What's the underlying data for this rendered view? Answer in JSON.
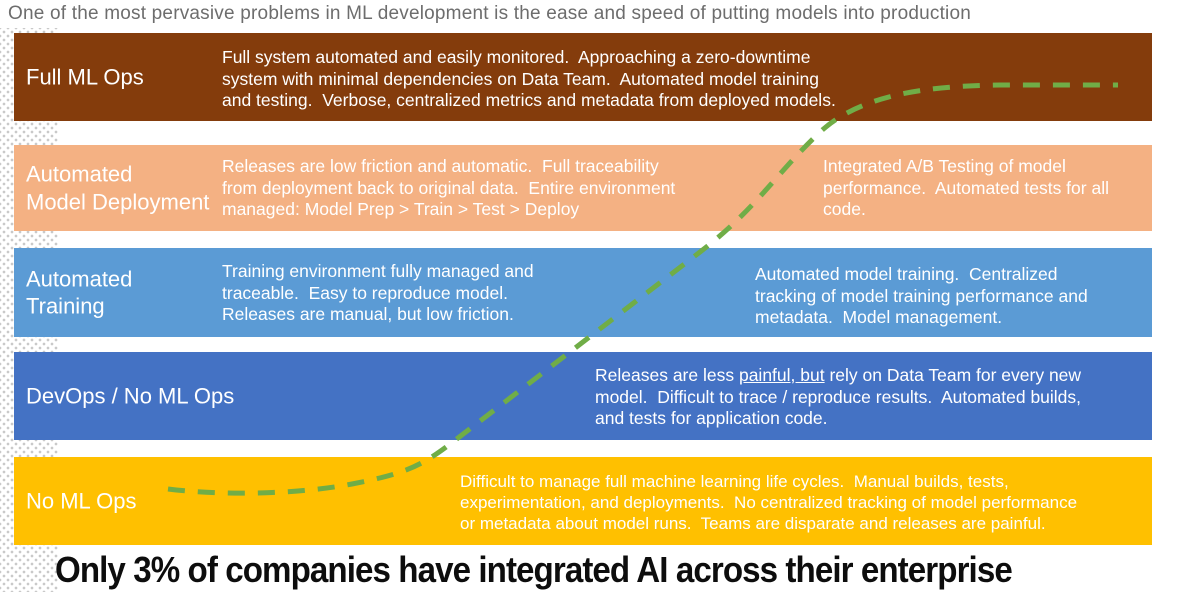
{
  "slide": {
    "header": "One of the most pervasive problems in ML development is the ease and speed of putting models into production",
    "footer": "Only 3% of companies have integrated AI across their enterprise"
  },
  "levels": [
    {
      "name": "Full ML Ops",
      "color": "#843C0C",
      "description": "Full system automated and easily monitored.  Approaching a zero-downtime\nsystem with minimal dependencies on Data Team.  Automated model training\nand testing.  Verbose, centralized metrics and metadata from deployed models."
    },
    {
      "name": "Automated\nModel Deployment",
      "color": "#F4B183",
      "description": "Releases are low friction and automatic.  Full traceability\nfrom deployment back to original data.  Entire environment\nmanaged: Model Prep > Train > Test > Deploy",
      "description_right": "Integrated A/B Testing of model\nperformance.  Automated tests for all\ncode."
    },
    {
      "name": "Automated\nTraining",
      "color": "#5B9BD5",
      "description": "Training environment fully managed and\ntraceable.  Easy to reproduce model.\nReleases are manual, but low friction.",
      "description_right": "Automated model training.  Centralized\ntracking of model training performance and\nmetadata.  Model management."
    },
    {
      "name": "DevOps / No ML Ops",
      "color": "#4472C4",
      "description_parts": {
        "pre": "Releases are less ",
        "underlined": "painful, but",
        "post": " rely on Data Team for every new\nmodel.  Difficult to trace / reproduce results.  Automated builds,\nand tests for application code."
      }
    },
    {
      "name": "No ML Ops",
      "color": "#FFC000",
      "description": "Difficult to manage full machine learning life cycles.  Manual builds, tests,\nexperimentation, and deployments.  No centralized tracking of model performance\nor metadata about model runs.  Teams are disparate and releases are painful."
    }
  ],
  "curve": {
    "meaning": "adoption S-curve rising from No ML Ops to Full ML Ops",
    "style": "dashed",
    "color": "#70AD47"
  },
  "colors": {
    "header_text": "#6d6d6d",
    "footer_text": "#0d0d0d",
    "band_text": "#ffffff",
    "dots": "#c9c9c9"
  }
}
